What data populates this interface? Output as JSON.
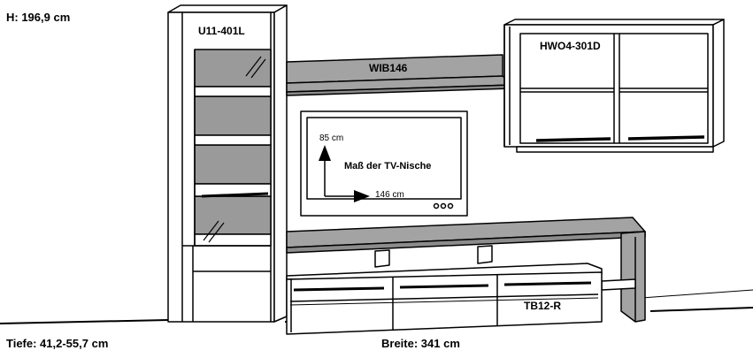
{
  "dimensions": {
    "height": "H: 196,9 cm",
    "depth": "Tiefe: 41,2-55,7 cm",
    "width": "Breite: 341 cm"
  },
  "units": {
    "vitrine": "U11-401L",
    "wall_shelf": "WIB146",
    "hanging_cabinet": "HWO4-301D",
    "lowboard": "TB12-R"
  },
  "tv_niche": {
    "title": "Maß der TV-Nische",
    "height": "85 cm",
    "width": "146 cm"
  },
  "colors": {
    "line": "#000000",
    "fill": "#ffffff",
    "glass": "#9a9a9a",
    "shelf": "#a3a3a3"
  }
}
